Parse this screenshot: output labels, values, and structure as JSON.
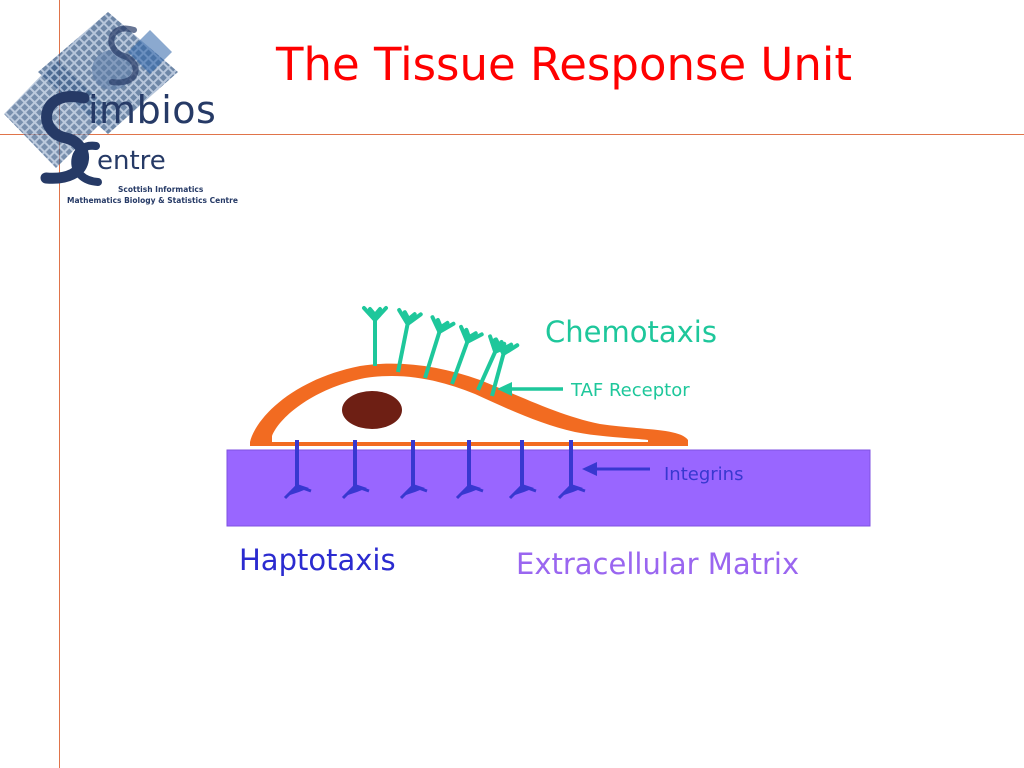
{
  "title": "The Tissue Response Unit",
  "logo": {
    "brand_line1": "Simbios",
    "brand_line2": "Centre",
    "subtitle_line1": "Scottish Informatics",
    "subtitle_line2": "Mathematics Biology & Statistics Centre"
  },
  "diagram": {
    "chemotaxis_label": "Chemotaxis",
    "taf_receptor_label": "TAF Receptor",
    "integrins_label": "Integrins",
    "haptotaxis_label": "Haptotaxis",
    "ecm_label": "Extracellular Matrix",
    "taf_receptor_count": 6,
    "integrin_count": 6
  },
  "colors": {
    "title": "#ff0000",
    "guide_lines": "#e0744a",
    "cell_membrane": "#f26b21",
    "nucleus": "#6e1f14",
    "receptor": "#1ec79b",
    "integrin": "#3838d0",
    "matrix": "#9966ff",
    "matrix_label": "#9a66f0",
    "haptotaxis_label": "#2b2bd0",
    "logo_text": "#263a66"
  }
}
